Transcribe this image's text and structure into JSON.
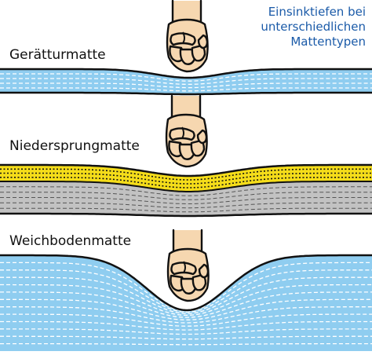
{
  "title": [
    "Einsinktiefen bei",
    "unterschiedlichen",
    "Mattentypen"
  ],
  "mats": [
    {
      "label": "Gerätturmatte"
    },
    {
      "label": "Niedersprungmatte"
    },
    {
      "label": "Weichbodenmatte"
    }
  ],
  "colors": {
    "title": "#1a5aa8",
    "water_blue": "#8fcdf0",
    "yellow": "#f5dd1a",
    "gray": "#c2c2c2",
    "skin": "#f6d7b0",
    "outline": "#111111"
  },
  "icons": [
    "fist-icon"
  ]
}
